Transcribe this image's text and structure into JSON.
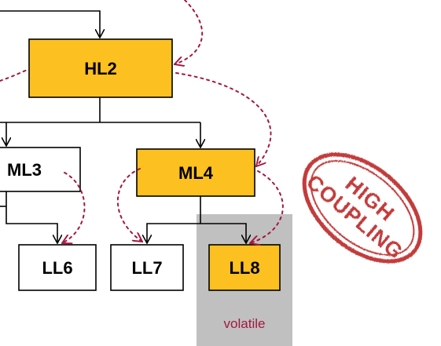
{
  "colors": {
    "highlight": "#fcc020",
    "plain": "#ffffff",
    "stroke": "#000000",
    "dependency": "#a3193f",
    "volatile_bg": "#c0c0c0",
    "stamp": "#c23a3a"
  },
  "nodes": {
    "hl2": {
      "label": "HL2",
      "highlighted": true
    },
    "ml3": {
      "label": "ML3",
      "highlighted": false
    },
    "ml4": {
      "label": "ML4",
      "highlighted": true
    },
    "ll6": {
      "label": "LL6",
      "highlighted": false
    },
    "ll7": {
      "label": "LL7",
      "highlighted": false
    },
    "ll8": {
      "label": "LL8",
      "highlighted": true
    }
  },
  "volatile_zone": {
    "label": "volatile"
  },
  "stamp": {
    "line1": "HIGH",
    "line2": "COUPLING"
  }
}
